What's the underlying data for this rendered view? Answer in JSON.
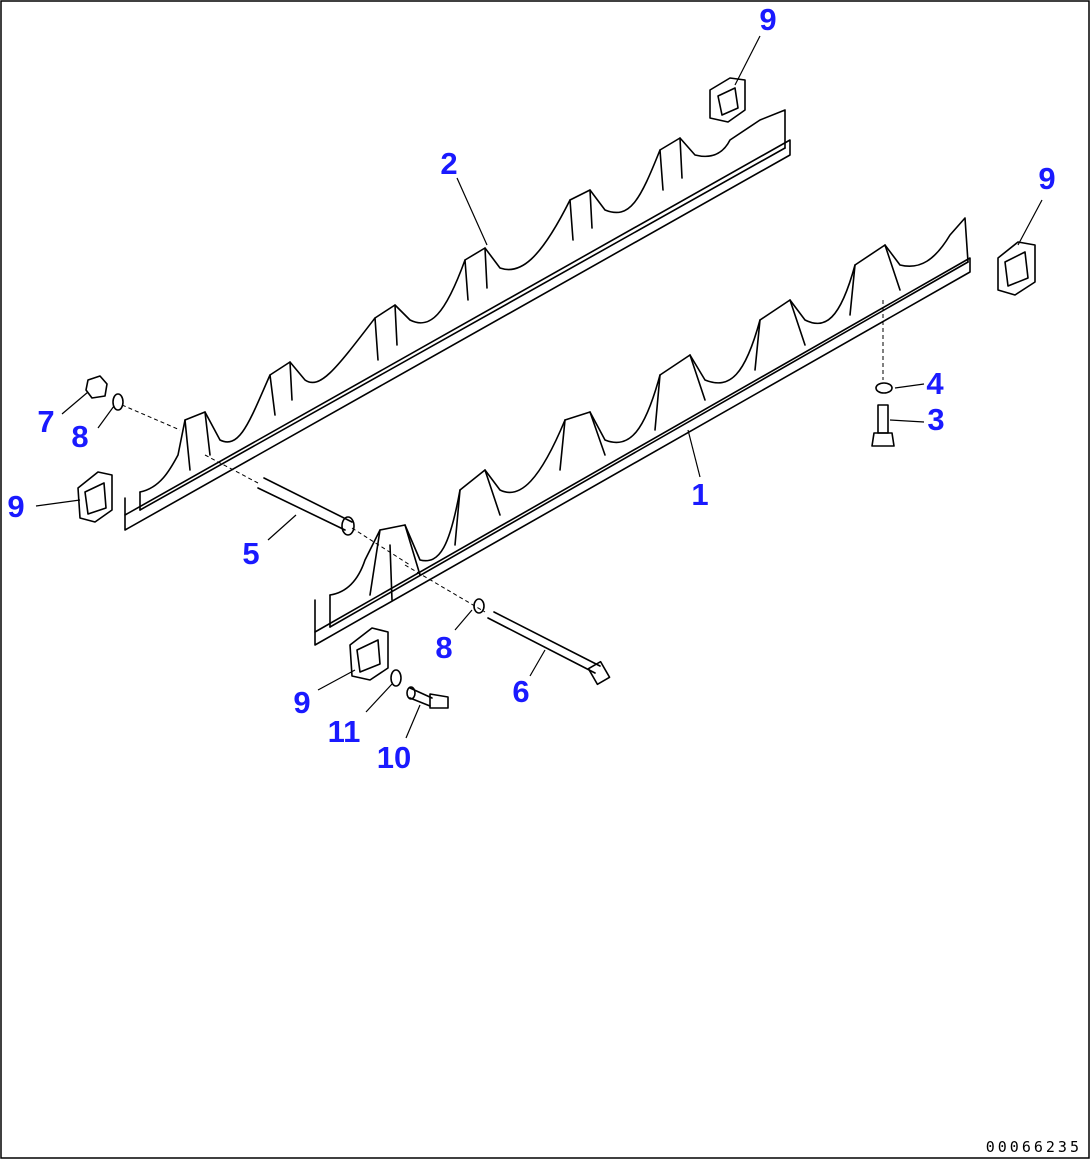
{
  "colors": {
    "callout": "#1a1aff",
    "line": "#000000",
    "background": "#ffffff"
  },
  "callouts": [
    {
      "id": "c9a",
      "text": "9"
    },
    {
      "id": "c2",
      "text": "2"
    },
    {
      "id": "c9b",
      "text": "9"
    },
    {
      "id": "c4",
      "text": "4"
    },
    {
      "id": "c3",
      "text": "3"
    },
    {
      "id": "c7",
      "text": "7"
    },
    {
      "id": "c8a",
      "text": "8"
    },
    {
      "id": "c9c",
      "text": "9"
    },
    {
      "id": "c1",
      "text": "1"
    },
    {
      "id": "c5",
      "text": "5"
    },
    {
      "id": "c8b",
      "text": "8"
    },
    {
      "id": "c6",
      "text": "6"
    },
    {
      "id": "c9d",
      "text": "9"
    },
    {
      "id": "c11",
      "text": "11"
    },
    {
      "id": "c10",
      "text": "10"
    }
  ],
  "drawing_code": "00066235"
}
